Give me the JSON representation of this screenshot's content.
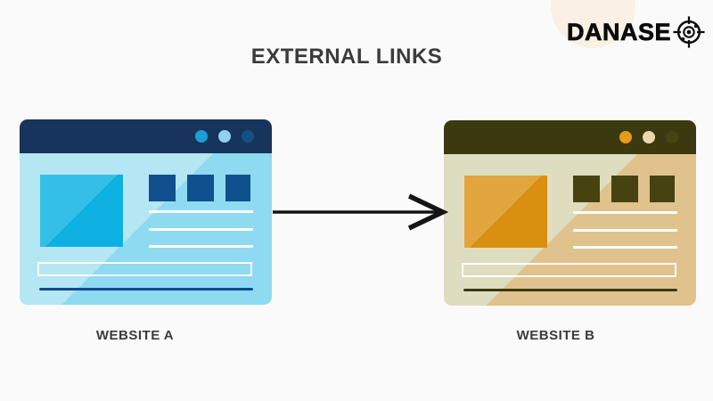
{
  "page": {
    "background": "#fbfafa",
    "text_color": "#3b3b3b"
  },
  "brand": {
    "name": "DANASE",
    "icon": "target-scope-icon",
    "text_color": "#0c0b0b",
    "backdrop_color": "#faf0e3"
  },
  "header": {
    "title": "EXTERNAL LINKS",
    "title_color": "#3b3b3b"
  },
  "diagram": {
    "arrow": {
      "color": "#141414",
      "direction": "left-to-right",
      "from": "WEBSITE A",
      "to": "WEBSITE B"
    },
    "website_a": {
      "label": "WEBSITE A",
      "theme": {
        "header": "#16345c",
        "dot1": "#1d9ed8",
        "dot2": "#8ed2eb",
        "dot3": "#164f88",
        "body_light": "#b4e6f4",
        "body_dark": "#8edaf1",
        "hero_light": "#33bfe8",
        "hero_dark": "#0cb1e2",
        "block": "#11508e",
        "stripe": "#ffffff",
        "underline": "#14498c"
      }
    },
    "website_b": {
      "label": "WEBSITE B",
      "theme": {
        "header": "#3b390f",
        "dot1": "#e79b16",
        "dot2": "#ead7ab",
        "dot3": "#474412",
        "body_light": "#dfddc0",
        "body_dark": "#e0c28d",
        "hero_light": "#e2a53d",
        "hero_dark": "#d98f10",
        "block": "#474310",
        "stripe": "#ffffff",
        "underline": "#3b390f"
      }
    }
  }
}
